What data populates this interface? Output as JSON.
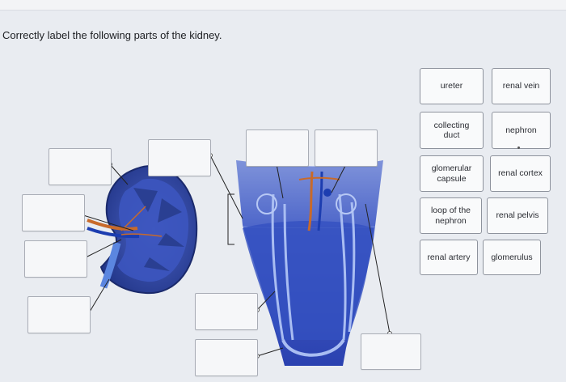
{
  "question": {
    "text": "Correctly label the following parts of the kidney."
  },
  "labels": [
    {
      "line1": "ureter",
      "line2": ""
    },
    {
      "line1": "renal vein",
      "line2": ""
    },
    {
      "line1": "collecting",
      "line2": "duct"
    },
    {
      "line1": "nephron",
      "line2": ""
    },
    {
      "line1": "glomerular",
      "line2": "capsule"
    },
    {
      "line1": "renal cortex",
      "line2": ""
    },
    {
      "line1": "loop of the",
      "line2": "nephron"
    },
    {
      "line1": "renal pelvis",
      "line2": ""
    },
    {
      "line1": "renal artery",
      "line2": ""
    },
    {
      "line1": "glomerulus",
      "line2": ""
    }
  ],
  "colors": {
    "kidney_dark": "#2a3f92",
    "kidney_mid": "#3f57c2",
    "pyramid": "#5a70cf",
    "wedge_top": "#6f86d6",
    "wedge_bottom": "#2c44b3",
    "artery": "#c86a2a",
    "vein": "#1c3db0",
    "leader_line": "#222222"
  }
}
